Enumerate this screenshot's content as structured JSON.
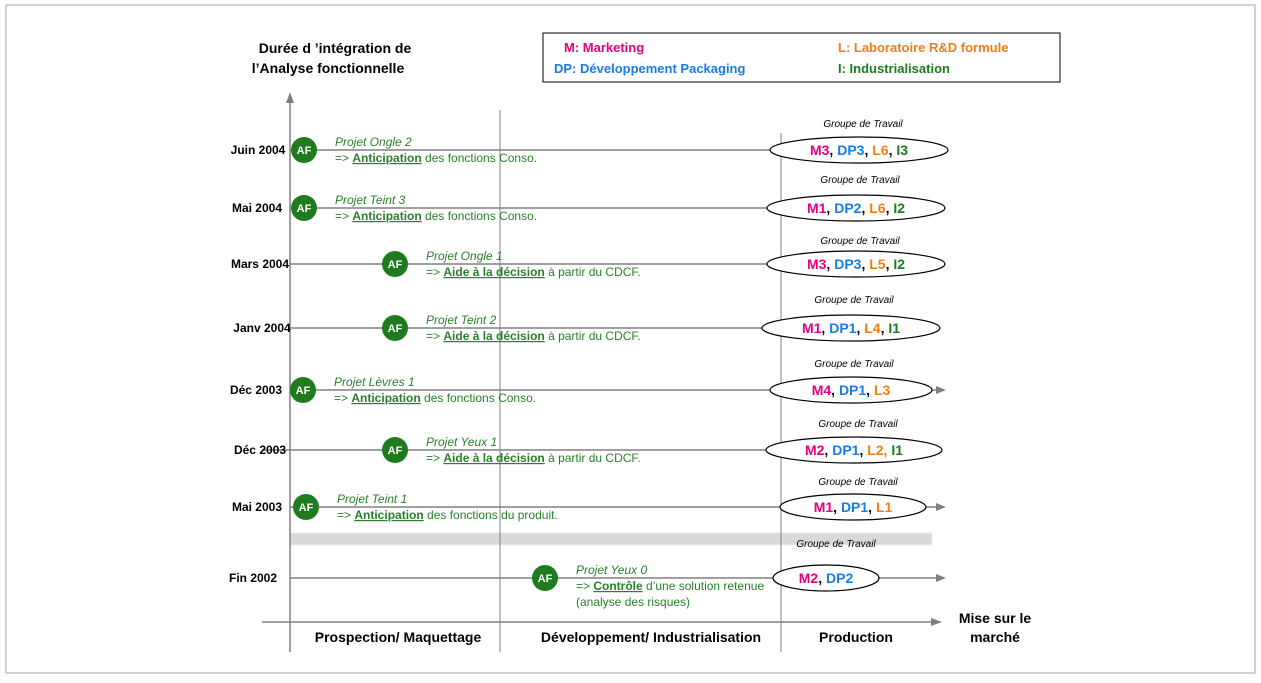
{
  "title_lines": [
    "Durée d ’intégration de",
    "l’Analyse fonctionnelle"
  ],
  "legend": {
    "marketing": "M: Marketing",
    "packaging": "DP: Développement Packaging",
    "laboratoire": "L: Laboratoire R&D formule",
    "industrialisation": "I: Industrialisation"
  },
  "colors": {
    "M": "#e6007e",
    "DP": "#1a7ce0",
    "L": "#f07e13",
    "I": "#1e7b1e",
    "af_badge": "#1e7b1e",
    "project_text": "#2a7f2a",
    "axis": "#808080"
  },
  "af_label": "AF",
  "group_label": "Groupe de Travail",
  "phases": [
    "Prospection/ Maquettage",
    "Développement/ Industrialisation",
    "Production"
  ],
  "x_axis_end_lines": [
    "Mise sur le",
    "marché"
  ],
  "rows": [
    {
      "date": "Juin 2004",
      "project": "Projet Ongle 2",
      "desc": {
        "prefix": "=> ",
        "key": "Anticipation",
        "rest": " des fonctions Conso."
      },
      "team": [
        {
          "t": "M3",
          "c": "M"
        },
        {
          "t": ", ",
          "c": "sep"
        },
        {
          "t": "DP3",
          "c": "DP"
        },
        {
          "t": ", ",
          "c": "sep"
        },
        {
          "t": "L6",
          "c": "L"
        },
        {
          "t": ", ",
          "c": "sep"
        },
        {
          "t": "I3",
          "c": "I"
        }
      ]
    },
    {
      "date": "Mai 2004",
      "project": "Projet Teint 3",
      "desc": {
        "prefix": "=> ",
        "key": "Anticipation",
        "rest": " des fonctions Conso."
      },
      "team": [
        {
          "t": "M1",
          "c": "M"
        },
        {
          "t": ", ",
          "c": "sep"
        },
        {
          "t": "DP2",
          "c": "DP"
        },
        {
          "t": ", ",
          "c": "sep"
        },
        {
          "t": "L6",
          "c": "L"
        },
        {
          "t": ", ",
          "c": "sep"
        },
        {
          "t": "I2",
          "c": "I"
        }
      ]
    },
    {
      "date": "Mars 2004",
      "project": "Projet Ongle 1",
      "desc": {
        "prefix": "=> ",
        "key": "Aide à la décision",
        "rest": " à partir du CDCF."
      },
      "team": [
        {
          "t": "M3",
          "c": "M"
        },
        {
          "t": ", ",
          "c": "sep"
        },
        {
          "t": "DP3",
          "c": "DP"
        },
        {
          "t": ", ",
          "c": "sep"
        },
        {
          "t": "L5",
          "c": "L"
        },
        {
          "t": ", ",
          "c": "sep"
        },
        {
          "t": "I2",
          "c": "I"
        }
      ]
    },
    {
      "date": "Janv 2004",
      "project": "Projet Teint 2",
      "desc": {
        "prefix": "=> ",
        "key": "Aide à la décision",
        "rest": " à partir du CDCF."
      },
      "team": [
        {
          "t": "M1",
          "c": "M"
        },
        {
          "t": ", ",
          "c": "sep"
        },
        {
          "t": "DP1",
          "c": "DP"
        },
        {
          "t": ", ",
          "c": "sep"
        },
        {
          "t": "L4",
          "c": "L"
        },
        {
          "t": ", ",
          "c": "sep"
        },
        {
          "t": "I1",
          "c": "I"
        }
      ]
    },
    {
      "date": "Déc 2003",
      "project": "Projet Lèvres 1",
      "desc": {
        "prefix": "=> ",
        "key": "Anticipation",
        "rest": " des fonctions Conso."
      },
      "team": [
        {
          "t": "M4",
          "c": "M"
        },
        {
          "t": ", ",
          "c": "sep"
        },
        {
          "t": "DP1",
          "c": "DP"
        },
        {
          "t": ", ",
          "c": "sep"
        },
        {
          "t": "L3",
          "c": "L"
        }
      ]
    },
    {
      "date": "Déc 2003",
      "project": "Projet Yeux 1",
      "desc": {
        "prefix": "=> ",
        "key": "Aide à la décision",
        "rest": " à partir du CDCF."
      },
      "team": [
        {
          "t": "M2",
          "c": "M"
        },
        {
          "t": ", ",
          "c": "sep"
        },
        {
          "t": "DP1",
          "c": "DP"
        },
        {
          "t": ", ",
          "c": "sep"
        },
        {
          "t": "L2,",
          "c": "L"
        },
        {
          "t": " ",
          "c": "sep"
        },
        {
          "t": "I1",
          "c": "I"
        }
      ]
    },
    {
      "date": "Mai 2003",
      "project": "Projet Teint 1",
      "desc": {
        "prefix": "=> ",
        "key": "Anticipation",
        "rest": " des fonctions du produit."
      },
      "team": [
        {
          "t": "M1",
          "c": "M"
        },
        {
          "t": ", ",
          "c": "sep"
        },
        {
          "t": "DP1",
          "c": "DP"
        },
        {
          "t": ", ",
          "c": "sep"
        },
        {
          "t": "L1",
          "c": "L"
        }
      ]
    },
    {
      "date": "Fin 2002",
      "project": "Projet Yeux 0",
      "desc": {
        "prefix": "=> ",
        "key": "Contrôle",
        "rest": " d’une solution retenue"
      },
      "desc_line2": "(analyse des risques)",
      "team": [
        {
          "t": "M2",
          "c": "M"
        },
        {
          "t": ", ",
          "c": "sep"
        },
        {
          "t": "DP2",
          "c": "DP"
        }
      ]
    }
  ]
}
